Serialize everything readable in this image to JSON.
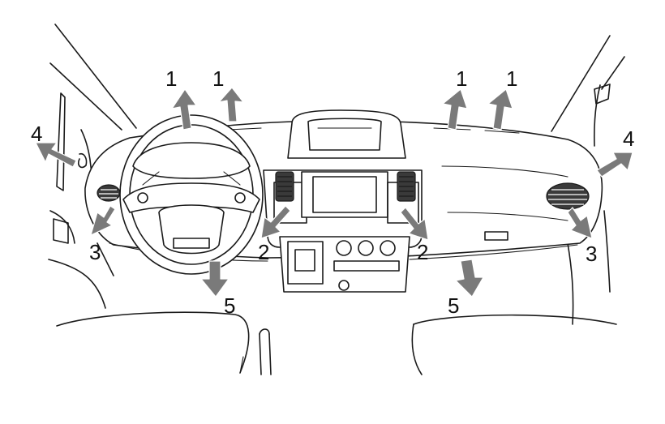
{
  "labels": {
    "l1a": "1",
    "l1b": "1",
    "l1c": "1",
    "l1d": "1",
    "l2a": "2",
    "l2b": "2",
    "l3a": "3",
    "l3b": "3",
    "l4a": "4",
    "l4b": "4",
    "l5a": "5",
    "l5b": "5"
  },
  "colors": {
    "arrow": "#7a7a7a",
    "line": "#1a1a1a"
  },
  "icons": {
    "airflow": "airflow-arrow-icon"
  }
}
